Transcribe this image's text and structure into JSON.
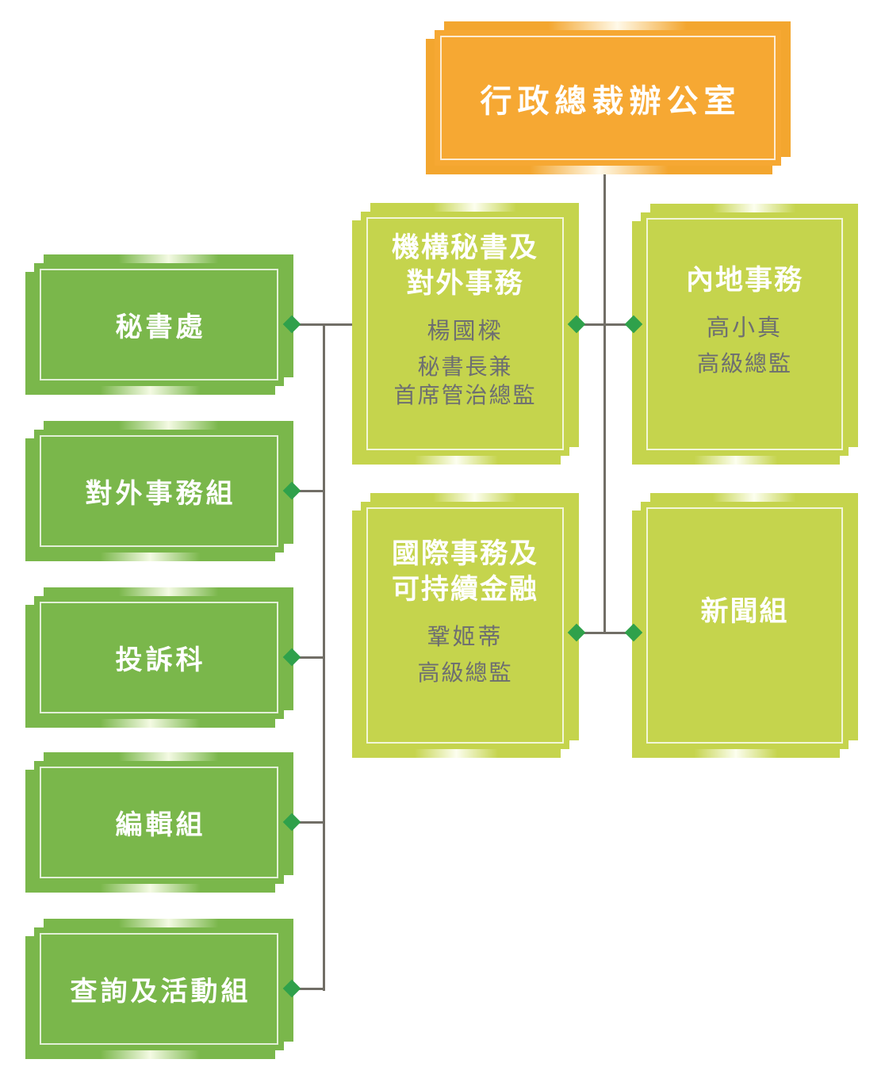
{
  "nodes": {
    "root": {
      "title": "行政總裁辦公室"
    },
    "corp_secretariat": {
      "title1": "機構秘書及",
      "title2": "對外事務",
      "name": "楊國樑",
      "role1": "秘書長兼",
      "role2": "首席管治總監"
    },
    "intl_affairs": {
      "title1": "國際事務及",
      "title2": "可持續金融",
      "name": "鞏姬蒂",
      "role1": "高級總監"
    },
    "mainland_affairs": {
      "title": "內地事務",
      "name": "高小真",
      "role": "高級總監"
    },
    "press": {
      "title": "新聞組"
    },
    "secretariat": {
      "title": "秘書處"
    },
    "external_relations": {
      "title": "對外事務組"
    },
    "complaints": {
      "title": "投訴科"
    },
    "editorial": {
      "title": "編輯組"
    },
    "enquiries_events": {
      "title": "查詢及活動組"
    }
  },
  "colors": {
    "root_fill": "#f6a833",
    "division_fill": "#c5d44d",
    "team_fill": "#7ab74b",
    "diamond": "#2fa14b",
    "connector_line": "#716e66",
    "title_text": "#ffffff",
    "muted_text": "#6d6e71"
  }
}
